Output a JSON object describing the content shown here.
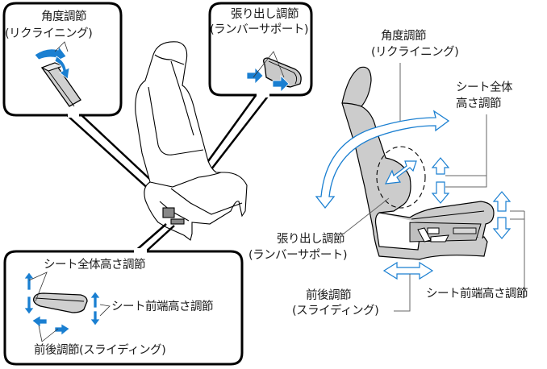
{
  "callouts": {
    "recline": {
      "title": "角度調節",
      "subtitle": "(リクライニング)"
    },
    "lumbar": {
      "title": "張り出し調節",
      "subtitle": "(ランバーサポート)"
    },
    "switch": {
      "height": "シート全体高さ調節",
      "front_height": "シート前端高さ調節",
      "slide": "前後調節(スライディング)"
    }
  },
  "side_view": {
    "recline": {
      "title": "角度調節",
      "subtitle": "(リクライニング)"
    },
    "height": {
      "line1": "シート全体",
      "line2": "高さ調節"
    },
    "lumbar": {
      "title": "張り出し調節",
      "subtitle": "(ランバーサポート)"
    },
    "slide": {
      "title": "前後調節",
      "subtitle": "(スライディング)"
    },
    "front_height": "シート前端高さ調節"
  },
  "colors": {
    "arrow_blue": "#1a7fd1",
    "arrow_outline": "#2e8fd8",
    "seat_gray": "#cfcfcf",
    "line": "#000000",
    "leader": "#666666"
  }
}
